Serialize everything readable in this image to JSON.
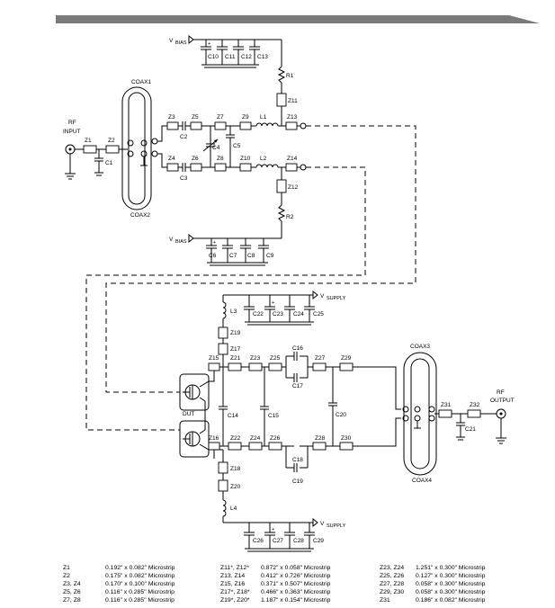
{
  "labels": {
    "vbias": "V",
    "bias_sub": "BIAS",
    "vsupply": "V",
    "supply_sub": "SUPPLY",
    "rf_input_1": "RF",
    "rf_input_2": "INPUT",
    "rf_output_1": "RF",
    "rf_output_2": "OUTPUT",
    "coax1": "COAX1",
    "coax2": "COAX2",
    "coax3": "COAX3",
    "coax4": "COAX4",
    "dut": "DUT",
    "z1": "Z1",
    "z2": "Z2",
    "z3": "Z3",
    "z4": "Z4",
    "z5": "Z5",
    "z6": "Z6",
    "z7": "Z7",
    "z8": "Z8",
    "z9": "Z9",
    "z10": "Z10",
    "z11": "Z11",
    "z12": "Z12",
    "z13": "Z13",
    "z14": "Z14",
    "z15": "Z15",
    "z16": "Z16",
    "z17": "Z17",
    "z18": "Z18",
    "z19": "Z19",
    "z20": "Z20",
    "z21": "Z21",
    "z22": "Z22",
    "z23": "Z23",
    "z24": "Z24",
    "z25": "Z25",
    "z26": "Z26",
    "z27": "Z27",
    "z28": "Z28",
    "z29": "Z29",
    "z30": "Z30",
    "z31": "Z31",
    "z32": "Z32",
    "c1": "C1",
    "c2": "C2",
    "c3": "C3",
    "c4": "C4",
    "c5": "C5",
    "c6": "C6",
    "c7": "C7",
    "c8": "C8",
    "c9": "C9",
    "c10": "C10",
    "c11": "C11",
    "c12": "C12",
    "c13": "C13",
    "c14": "C14",
    "c15": "C15",
    "c16": "C16",
    "c17": "C17",
    "c18": "C18",
    "c19": "C19",
    "c20": "C20",
    "c21": "C21",
    "c22": "C22",
    "c23": "C23",
    "c24": "C24",
    "c25": "C25",
    "c26": "C26",
    "c27": "C27",
    "c28": "C28",
    "c29": "C29",
    "r1": "R1",
    "r2": "R2",
    "l1": "L1",
    "l2": "L2",
    "l3": "L3",
    "l4": "L4",
    "plus": "+"
  },
  "legend": [
    [
      "Z1",
      "0.192\" x 0.082\" Microstrip",
      "Z11*, Z12*",
      "0.872\" x 0.058\" Microstrip",
      "Z23, Z24",
      "1.251\" x 0.300\" Microstrip"
    ],
    [
      "Z2",
      "0.175\" x 0.082\" Microstrip",
      "Z13, Z14",
      "0.412\" x 0.726\" Microstrip",
      "Z25, Z26",
      "0.127\" x 0.300\" Microstrip"
    ],
    [
      "Z3, Z4",
      "0.170\" x 0.100\" Microstrip",
      "Z15, Z16",
      "0.371\" x 0.507\" Microstrip",
      "Z27, Z28",
      "0.058\" x 0.300\" Microstrip"
    ],
    [
      "Z5, Z6",
      "0.116\" x 0.285\" Microstrip",
      "Z17*, Z18*",
      "0.466\" x 0.363\" Microstrip",
      "Z29, Z30",
      "0.058\" x 0.300\" Microstrip"
    ],
    [
      "Z7, Z8",
      "0.116\" x 0.285\" Microstrip",
      "Z19*, Z20*",
      "1.187\" x 0.154\" Microstrip",
      "Z31",
      "0.186\" x 0.082\" Microstrip"
    ]
  ]
}
